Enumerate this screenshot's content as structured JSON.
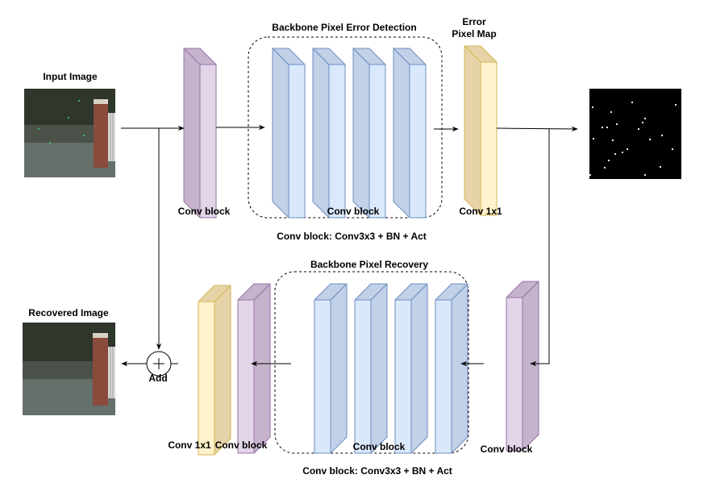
{
  "labels": {
    "input_image": "Input Image",
    "recovered_image": "Recovered Image",
    "top_group_title": "Backbone Pixel Error Detection",
    "error_map_line1": "Error",
    "error_map_line2": "Pixel Map",
    "top_conv_block": "Conv block",
    "top_inner_conv_block": "Conv block",
    "top_conv1x1": "Conv 1x1",
    "top_note": "Conv block: Conv3x3 + BN + Act",
    "bottom_group_title": "Backbone Pixel Recovery",
    "bottom_right_conv_block": "Conv block",
    "bottom_inner_conv_block": "Conv block",
    "bottom_conv1x1": "Conv 1x1",
    "bottom_left_conv_block": "Conv block",
    "add": "Add",
    "bottom_note": "Conv block: Conv3x3 + BN + Act"
  },
  "colors": {
    "purple_front": "#e1d5e7",
    "purple_side": "#c5b3cc",
    "purple_stroke": "#9673a6",
    "blue_front": "#dae8fc",
    "blue_side": "#c2d0e8",
    "blue_stroke": "#6c8ebf",
    "yellow_front": "#fff2cc",
    "yellow_side": "#e6d4a8",
    "yellow_stroke": "#d6b656"
  },
  "icons": {
    "add_symbol": "plus-circle-icon"
  }
}
